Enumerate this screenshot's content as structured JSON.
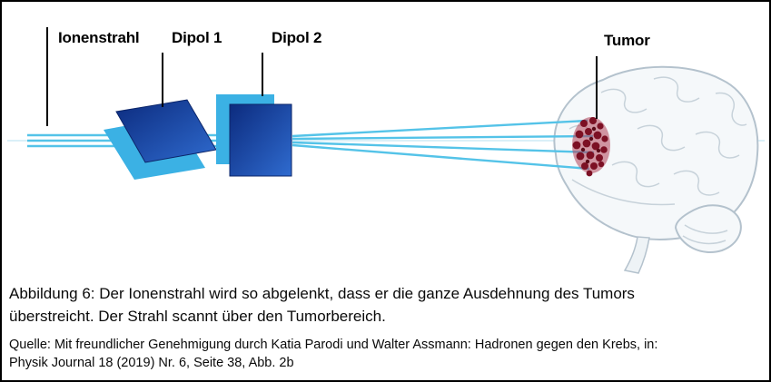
{
  "figure": {
    "labels": {
      "ionenstrahl": "Ionenstrahl",
      "dipol1": "Dipol 1",
      "dipol2": "Dipol 2",
      "tumor": "Tumor"
    },
    "caption": "Abbildung 6: Der Ionenstrahl  wird so abgelenkt, dass er die ganze Ausdehnung des Tumors\nüberstreicht. Der Strahl scannt über den Tumorbereich.",
    "source": "Quelle: Mit freundlicher Genehmigung durch Katia Parodi und Walter Assmann: Hadronen gegen den Krebs, in:\nPhysik Journal 18 (2019) Nr. 6, Seite 38, Abb. 2b",
    "colors": {
      "beam": "#54c3e8",
      "dipole_dark": "#13338c",
      "dipole_light": "#3bb1e4",
      "tumor": "#7c1024",
      "brain_outline": "#b4c2cd"
    }
  }
}
